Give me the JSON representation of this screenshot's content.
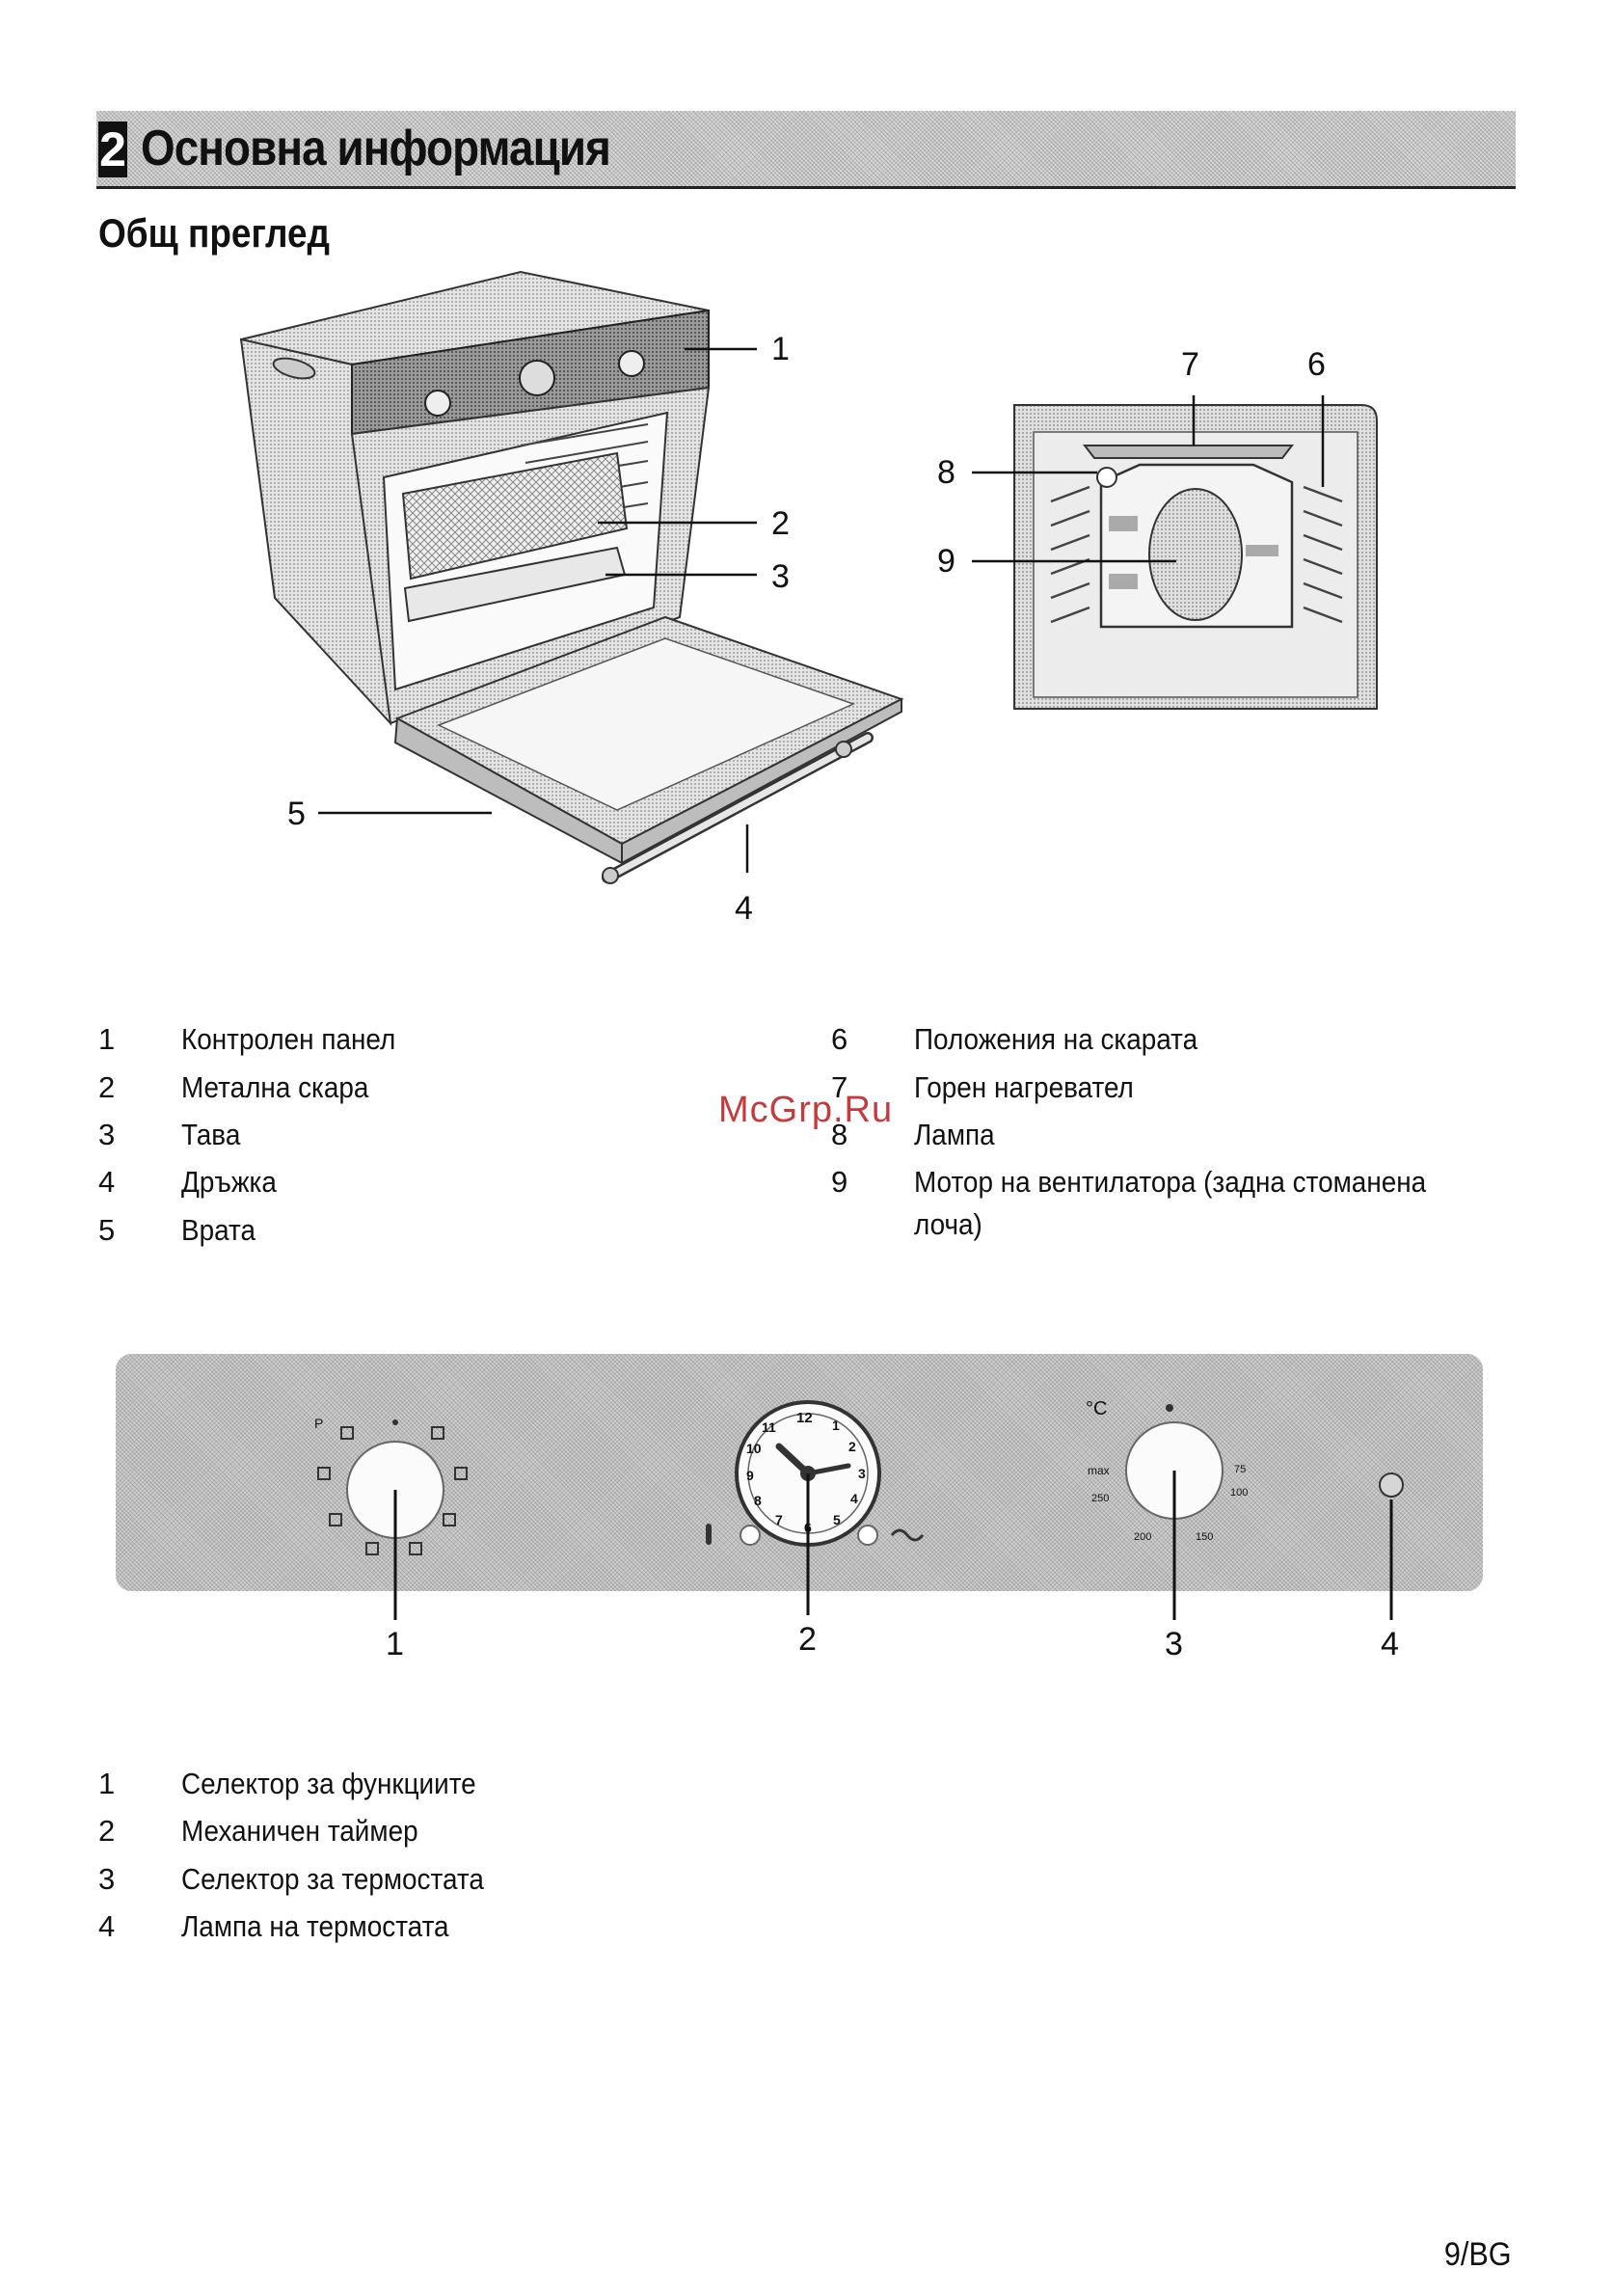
{
  "section": {
    "number": "2",
    "title": "Основна информация"
  },
  "subtitle": "Общ преглед",
  "oven_callouts": [
    "1",
    "2",
    "3",
    "4",
    "5"
  ],
  "cavity_callouts": [
    "6",
    "7",
    "8",
    "9"
  ],
  "legend_top": [
    {
      "num": "1",
      "text": "Контролен панел"
    },
    {
      "num": "2",
      "text": "Метална скара"
    },
    {
      "num": "3",
      "text": "Тава"
    },
    {
      "num": "4",
      "text": "Дръжка"
    },
    {
      "num": "5",
      "text": "Врата"
    },
    {
      "num": "6",
      "text": "Положения на скарата"
    },
    {
      "num": "7",
      "text": "Горен нагревател"
    },
    {
      "num": "8",
      "text": "Лампа"
    },
    {
      "num": "9",
      "text_line1": "Мотор на вентилатора (задна стоманена",
      "text_line2": "лоча)"
    }
  ],
  "watermark": "McGrp.Ru",
  "panel_callouts": [
    "1",
    "2",
    "3",
    "4"
  ],
  "timer_dial": [
    "12",
    "1",
    "2",
    "3",
    "4",
    "5",
    "6",
    "7",
    "8",
    "9",
    "10",
    "11"
  ],
  "thermostat_marks": {
    "max": "max",
    "t250": "250",
    "t200": "200",
    "t150": "150",
    "t100": "100",
    "t75": "75",
    "unit": "°C"
  },
  "function_marks": {
    "p": "P"
  },
  "legend_bottom": [
    {
      "num": "1",
      "text": "Селектор за функциите"
    },
    {
      "num": "2",
      "text": "Механичен таймер"
    },
    {
      "num": "3",
      "text": "Селектор за термостата"
    },
    {
      "num": "4",
      "text": "Лампа на термостата"
    }
  ],
  "page_number": "9/BG",
  "colors": {
    "ink": "#111111",
    "watermark": "#c43b3b",
    "panel_gray": "#cfcfcf"
  }
}
